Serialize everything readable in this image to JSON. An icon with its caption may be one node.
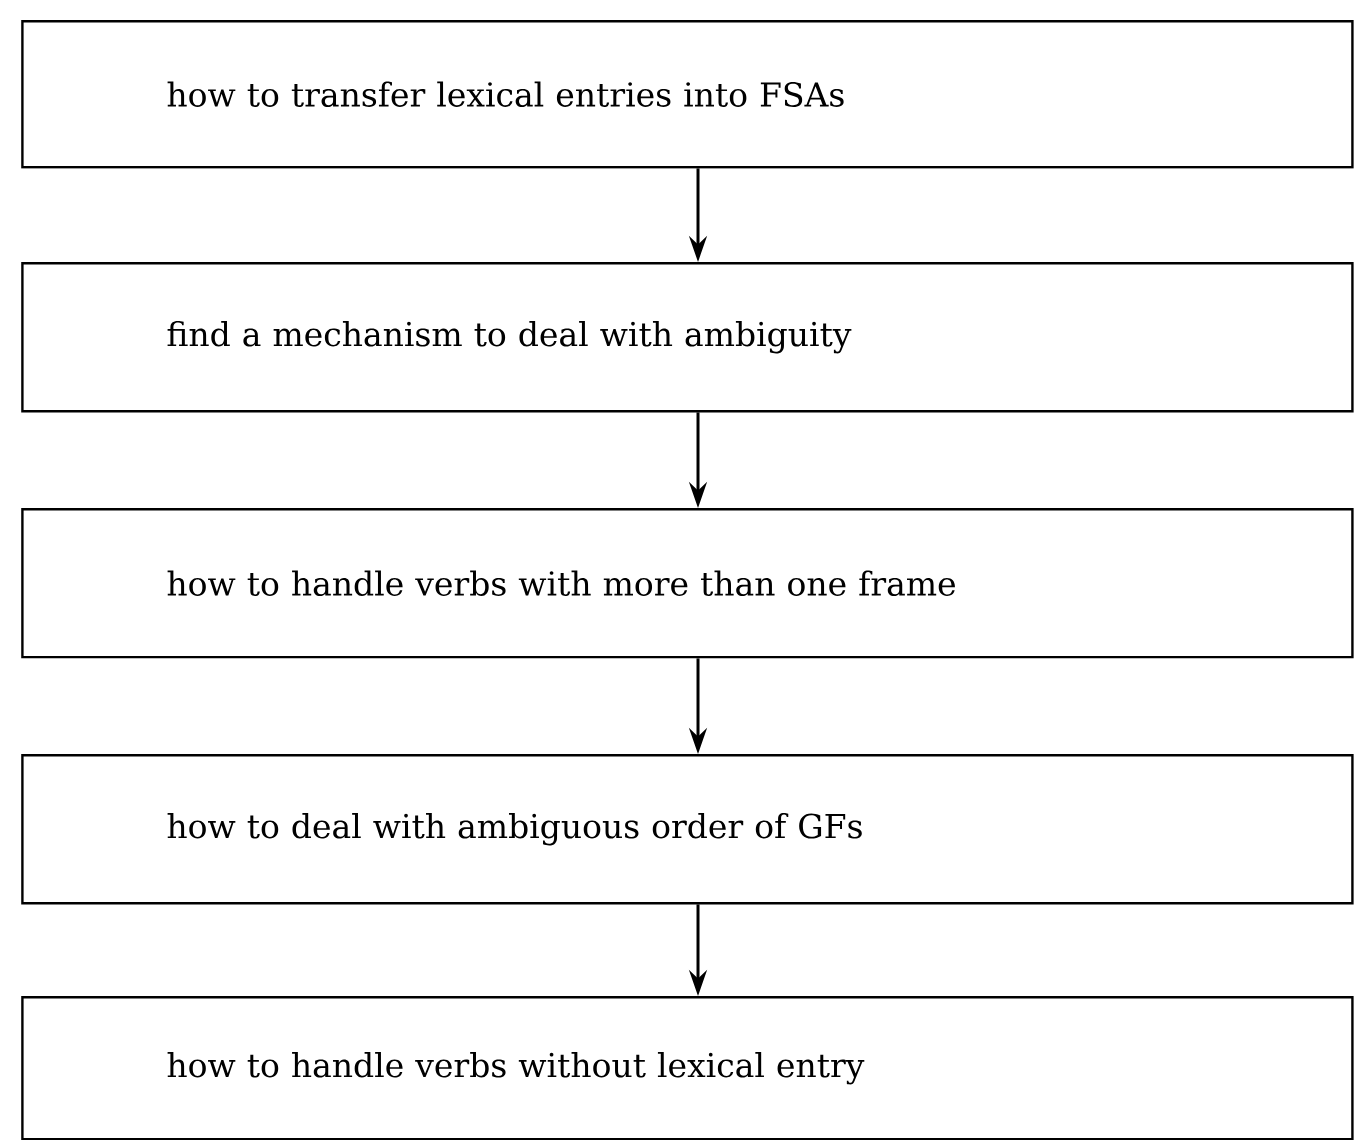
{
  "diagram": {
    "nodes": [
      {
        "text": [
          "how to transfer lexical entries into FSAs"
        ]
      },
      {
        "text": [
          "find a mechanism to deal with ambiguity"
        ]
      },
      {
        "text": [
          "how to handle verbs with more than one frame"
        ]
      },
      {
        "text": [
          "how to deal with ambiguous order of GFs"
        ]
      },
      {
        "text": [
          "how to handle verbs without lexical entry"
        ]
      }
    ],
    "edges": [
      {
        "from": 0,
        "to": 1,
        "arrow": "to"
      },
      {
        "from": 1,
        "to": 2,
        "arrow": "to"
      },
      {
        "from": 2,
        "to": 3,
        "arrow": "to"
      },
      {
        "from": 3,
        "to": 4,
        "arrow": "to"
      }
    ]
  }
}
